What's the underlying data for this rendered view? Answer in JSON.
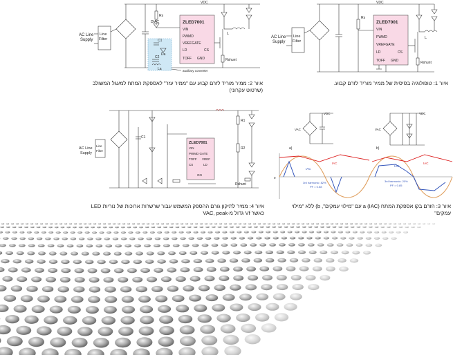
{
  "common": {
    "vdc": "VDC",
    "ac_line": "AC Line",
    "supply": "Supply",
    "line": "Line",
    "filter": "Filter",
    "chip": "ZLED7001",
    "pin_vin": "VIN",
    "pin_pwmd": "PWMD",
    "pin_vrefgate": "VREFGATE",
    "pin_ld": "LD",
    "pin_cs": "CS",
    "pin_toff": "TOFF",
    "pin_gnd": "GND",
    "rshunt": "Rshunt",
    "rs": "Rs",
    "l": "L",
    "vac": "VAC",
    "iac": "IAC"
  },
  "fig1": {
    "caption": "איור 1: טופולוגיה בסיסית של ממיר מוריד לזרם קבוע."
  },
  "fig2": {
    "caption": "איור 2: ממיר מוריד לזרם קבוע עם \"ממיר עזר\" לאספקת המתח למעגל המשולב (שרטוט עקרוני)",
    "diac": "DIAC",
    "c1": "C1",
    "c2": "C2",
    "da": "Da",
    "la": "La",
    "aux": "auxiliary converter"
  },
  "fig3": {
    "caption": "איור 3: הזרם בקו אספקת המתח a (IAC) עם \"מילוי עמקים\", b) ללא \"מילוי עמקים\"",
    "label_a": "a)",
    "label_b": "b)",
    "harm_a": "3rd harmonic: 82%",
    "pf_a": "PF = 0.58",
    "harm_b": "3rd harmonic: 20%",
    "pf_b": "PF = 0.85"
  },
  "fig4": {
    "caption": "איור 4: ממיר לתיקון גורם ההספק המשמש עבור שרשרות ארוכות של נוריות LED כאשר Vf גדול מ-VAC, peak",
    "chip": "ZLED7001",
    "pin_vin": "VIN",
    "pin_pwmd_gate": "PWMD GATE",
    "pin_toff": "TOFF",
    "pin_vref": "VREF",
    "pin_cs": "CS",
    "pin_ld": "LD",
    "pin_gnd": "GND",
    "pin_gn": "GN",
    "r1": "R1",
    "r2": "R2",
    "c1": "C1"
  }
}
